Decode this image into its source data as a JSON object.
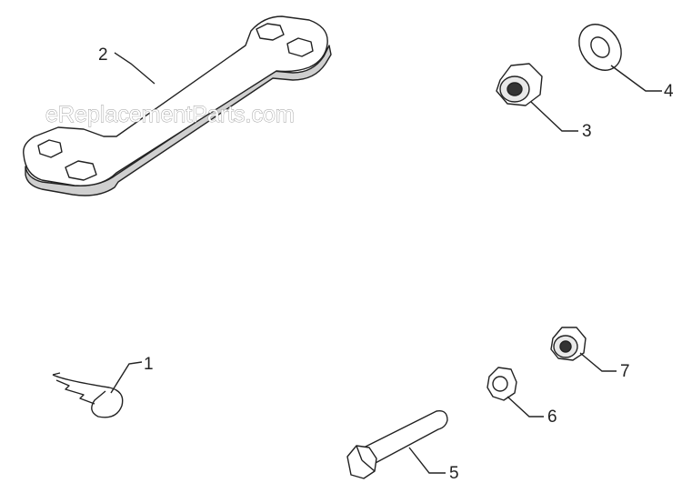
{
  "watermark": "eReplacementParts.com",
  "callouts": {
    "c1": "1",
    "c2": "2",
    "c3": "3",
    "c4": "4",
    "c5": "5",
    "c6": "6",
    "c7": "7"
  },
  "parts": [
    {
      "callout": "1",
      "icon": "hair-pin-cotter-icon"
    },
    {
      "callout": "2",
      "icon": "wrench-plate-icon"
    },
    {
      "callout": "3",
      "icon": "lock-nut-icon"
    },
    {
      "callout": "4",
      "icon": "flat-washer-icon"
    },
    {
      "callout": "5",
      "icon": "hex-bolt-icon"
    },
    {
      "callout": "6",
      "icon": "hex-nut-icon"
    },
    {
      "callout": "7",
      "icon": "lock-nut-icon"
    }
  ]
}
